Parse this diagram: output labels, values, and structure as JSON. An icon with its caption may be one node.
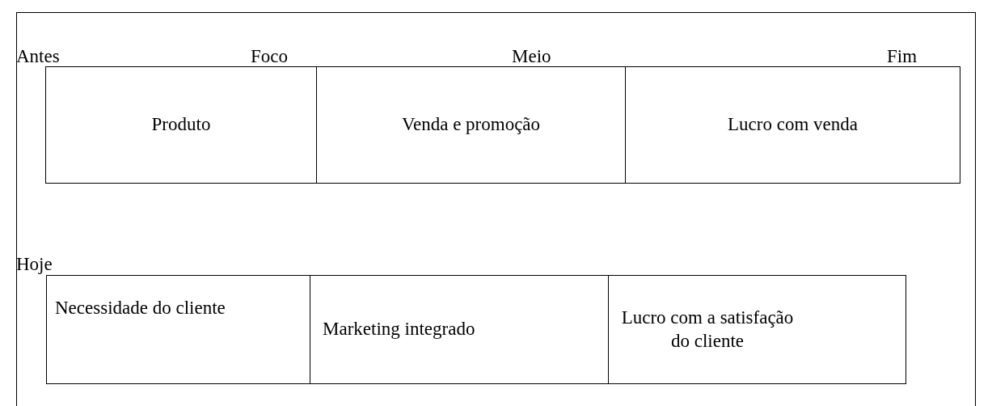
{
  "diagram": {
    "nodes": [
      {
        "text": [
          "Produto"
        ]
      },
      {
        "text": [
          "Venda e promoção"
        ]
      },
      {
        "text": [
          "Lucro com venda"
        ]
      },
      {
        "text": [
          "Necessidade do cliente"
        ]
      },
      {
        "text": [
          "Marketing integrado"
        ]
      },
      {
        "text": [
          "Lucro com a satisfação do cliente"
        ]
      }
    ],
    "labels": [
      "Antes",
      "Foco",
      "Meio",
      "Fim",
      "Hoje"
    ]
  }
}
